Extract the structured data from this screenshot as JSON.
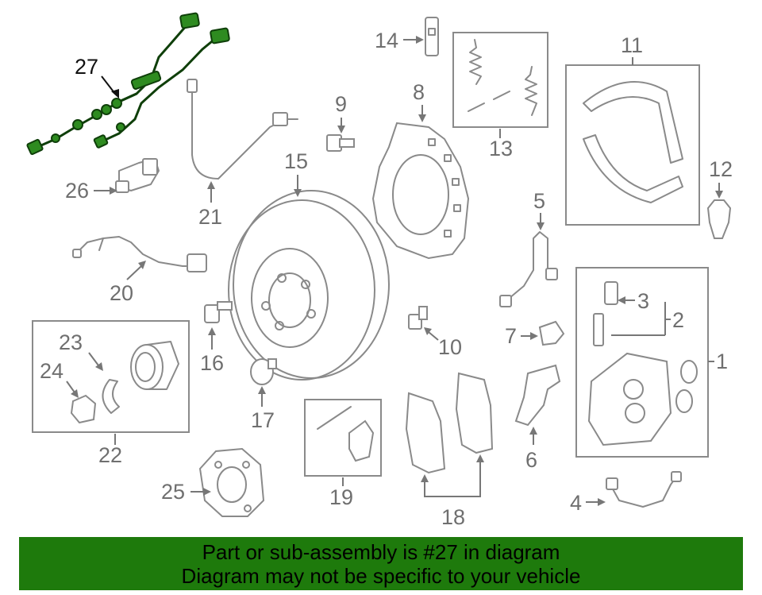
{
  "diagram": {
    "highlighted_part": "27",
    "callouts": [
      "1",
      "2",
      "3",
      "4",
      "5",
      "6",
      "7",
      "8",
      "9",
      "10",
      "11",
      "12",
      "13",
      "14",
      "15",
      "16",
      "17",
      "18",
      "19",
      "20",
      "21",
      "22",
      "23",
      "24",
      "25",
      "26",
      "27"
    ]
  },
  "banner": {
    "line1": "Part or sub-assembly is #27 in diagram",
    "line2": "Diagram may not be specific to your vehicle",
    "background": "#1e7a0c"
  },
  "colors": {
    "highlight": "#2e8b20",
    "line_art": "#8a8a8a"
  }
}
